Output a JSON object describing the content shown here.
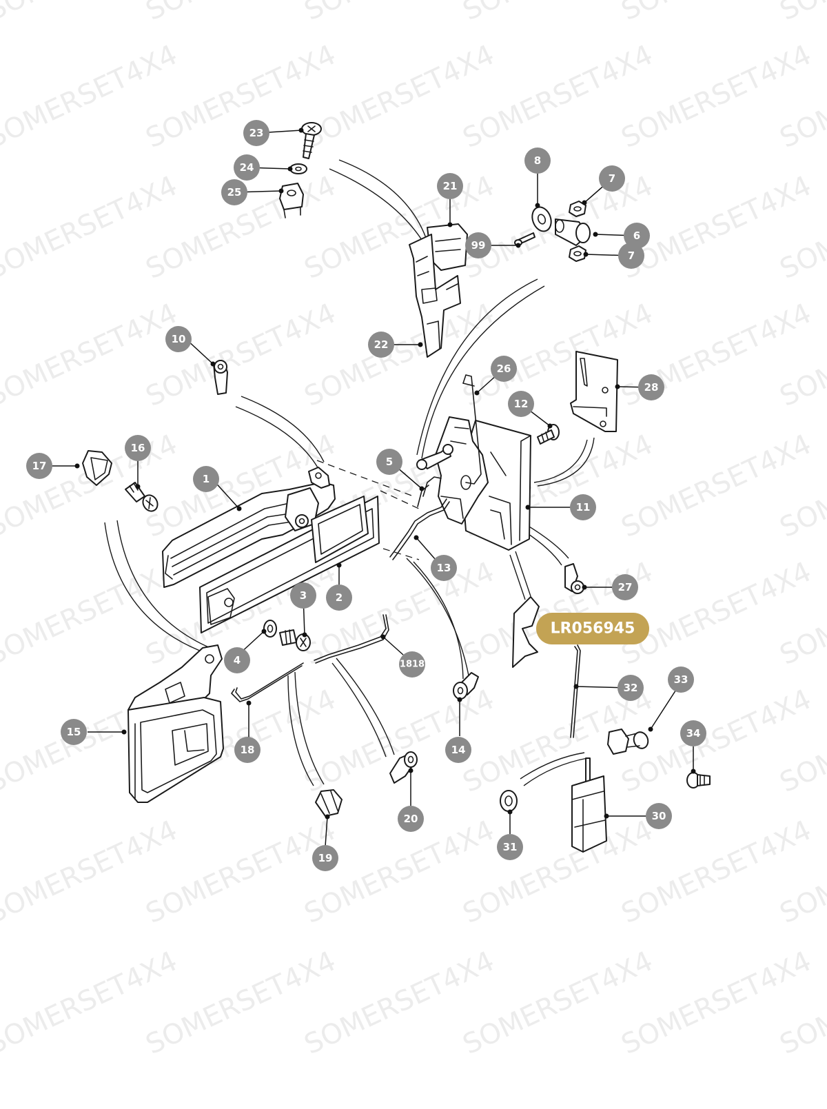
{
  "diagram": {
    "watermark": "SOMERSET4X4",
    "reference_code": "LR056945",
    "accent_color": "#c3a354",
    "callout_color": "#8a8a8a",
    "callouts": [
      {
        "id": "c1",
        "label": "1"
      },
      {
        "id": "c2",
        "label": "2"
      },
      {
        "id": "c3",
        "label": "3"
      },
      {
        "id": "c4",
        "label": "4"
      },
      {
        "id": "c5",
        "label": "5"
      },
      {
        "id": "c6",
        "label": "6"
      },
      {
        "id": "c7a",
        "label": "7"
      },
      {
        "id": "c7b",
        "label": "7"
      },
      {
        "id": "c8",
        "label": "8"
      },
      {
        "id": "c10",
        "label": "10"
      },
      {
        "id": "c11",
        "label": "11"
      },
      {
        "id": "c12",
        "label": "12"
      },
      {
        "id": "c13",
        "label": "13"
      },
      {
        "id": "c14",
        "label": "14"
      },
      {
        "id": "c15",
        "label": "15"
      },
      {
        "id": "c16",
        "label": "16"
      },
      {
        "id": "c17",
        "label": "17"
      },
      {
        "id": "c18a",
        "label": "1818"
      },
      {
        "id": "c18b",
        "label": "18"
      },
      {
        "id": "c19",
        "label": "19"
      },
      {
        "id": "c20",
        "label": "20"
      },
      {
        "id": "c21",
        "label": "21"
      },
      {
        "id": "c22",
        "label": "22"
      },
      {
        "id": "c23",
        "label": "23"
      },
      {
        "id": "c24",
        "label": "24"
      },
      {
        "id": "c25",
        "label": "25"
      },
      {
        "id": "c26",
        "label": "26"
      },
      {
        "id": "c27",
        "label": "27"
      },
      {
        "id": "c28",
        "label": "28"
      },
      {
        "id": "c30",
        "label": "30"
      },
      {
        "id": "c31",
        "label": "31"
      },
      {
        "id": "c32",
        "label": "32"
      },
      {
        "id": "c33",
        "label": "33"
      },
      {
        "id": "c34",
        "label": "34"
      },
      {
        "id": "c99",
        "label": "99"
      }
    ]
  }
}
